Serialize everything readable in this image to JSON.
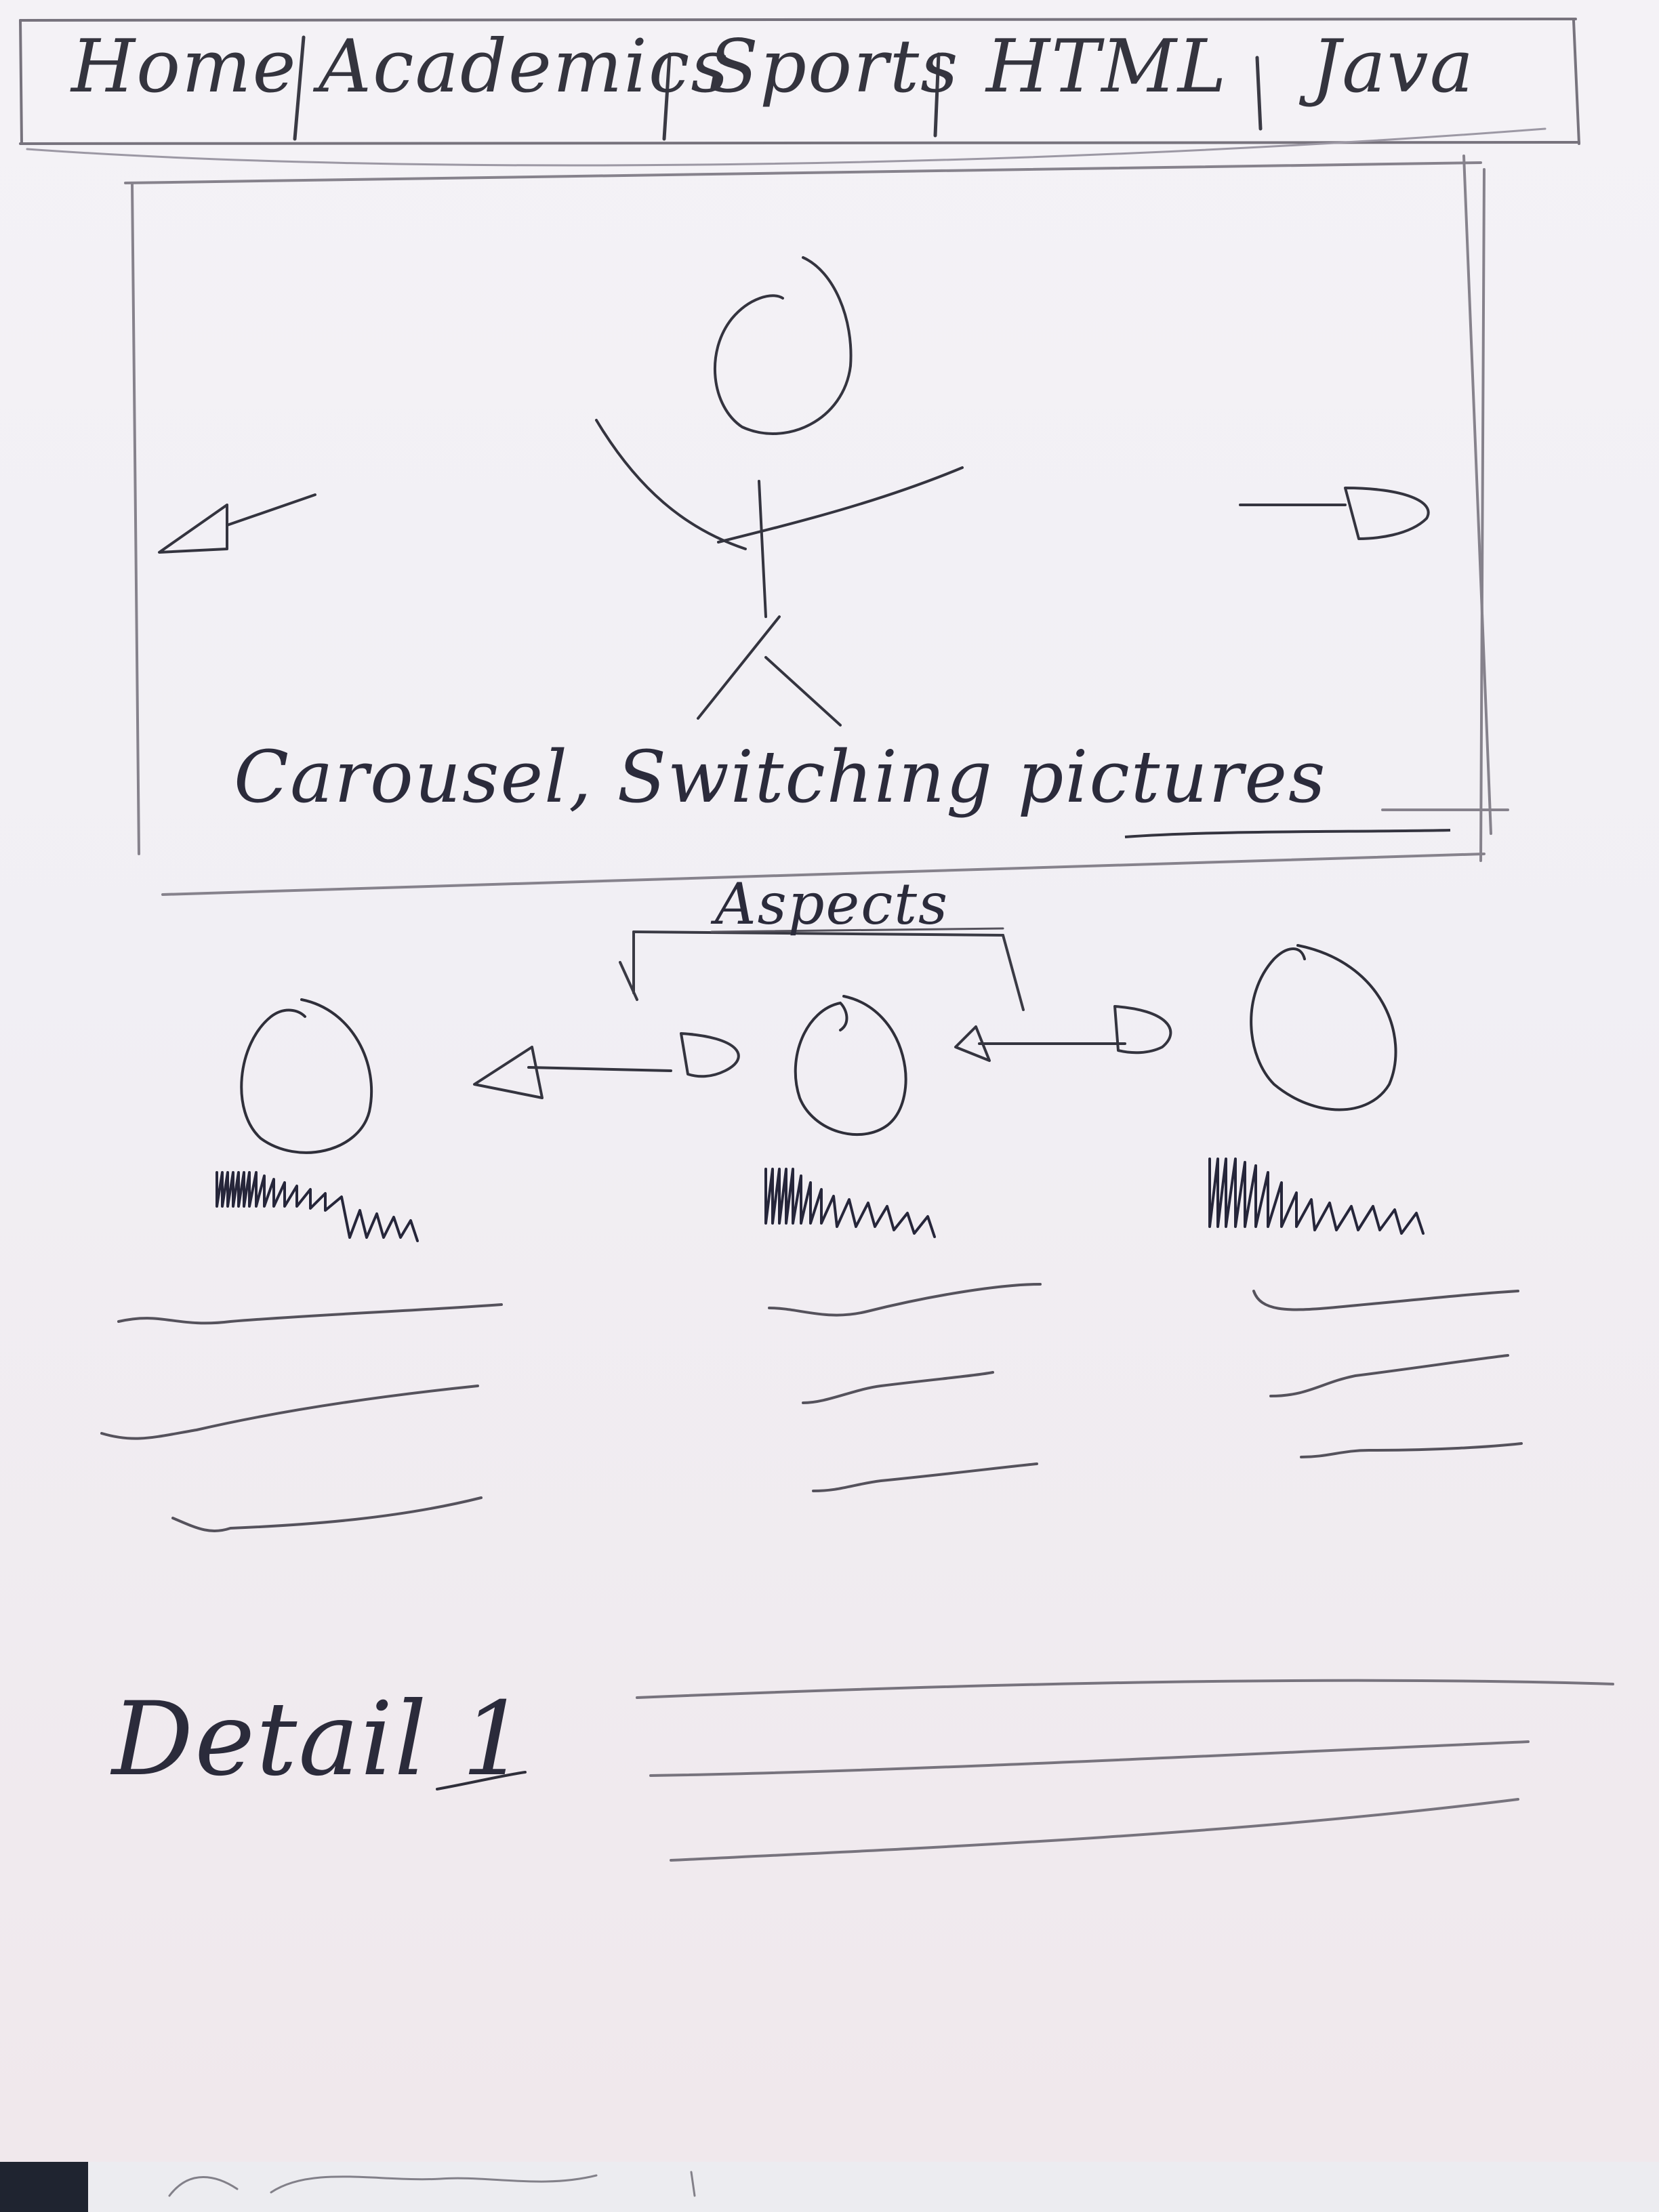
{
  "nav": {
    "items": [
      "Home",
      "Academics",
      "Sports",
      "HTML",
      "Java"
    ]
  },
  "carousel": {
    "caption": "Carousel, Switching pictures",
    "prev_icon": "left-arrow-icon",
    "next_icon": "right-arrow-icon",
    "image_icon": "stick-figure-icon"
  },
  "aspects": {
    "label": "Aspects",
    "prev_icon": "left-arrow-icon",
    "next_icon": "right-arrow-icon"
  },
  "detail": {
    "label": "Detail 1"
  },
  "colors": {
    "paper": "#f2f0f5",
    "pencil": "#8a8590",
    "pen": "#2b2b3b"
  }
}
